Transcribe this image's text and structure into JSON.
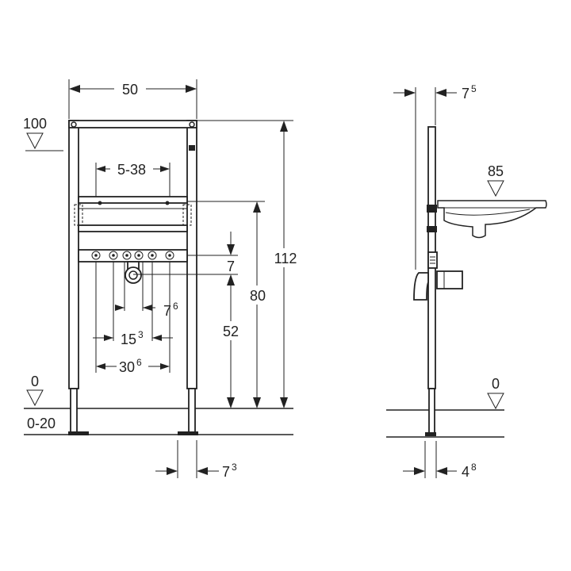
{
  "front_view": {
    "dimensions": {
      "frame_width": "50",
      "bracket_range": "5-38",
      "total_height": "112",
      "crossbar_height": "80",
      "outlet_height": "52",
      "outlet_offset": "7",
      "outlet_distance_base": "7",
      "outlet_distance_sup": "6",
      "connection_spacing_base": "15",
      "connection_spacing_sup": "3",
      "fixing_spacing_base": "30",
      "fixing_spacing_sup": "6",
      "foot_width_base": "7",
      "foot_width_sup": "3"
    },
    "levels": {
      "top_level": "100",
      "floor_level": "0",
      "adjustment_range": "0-20"
    }
  },
  "side_view": {
    "dimensions": {
      "depth_top_base": "7",
      "depth_top_sup": "5",
      "foot_depth_base": "4",
      "foot_depth_sup": "8"
    },
    "levels": {
      "basin_level": "85",
      "floor_level": "0"
    }
  }
}
